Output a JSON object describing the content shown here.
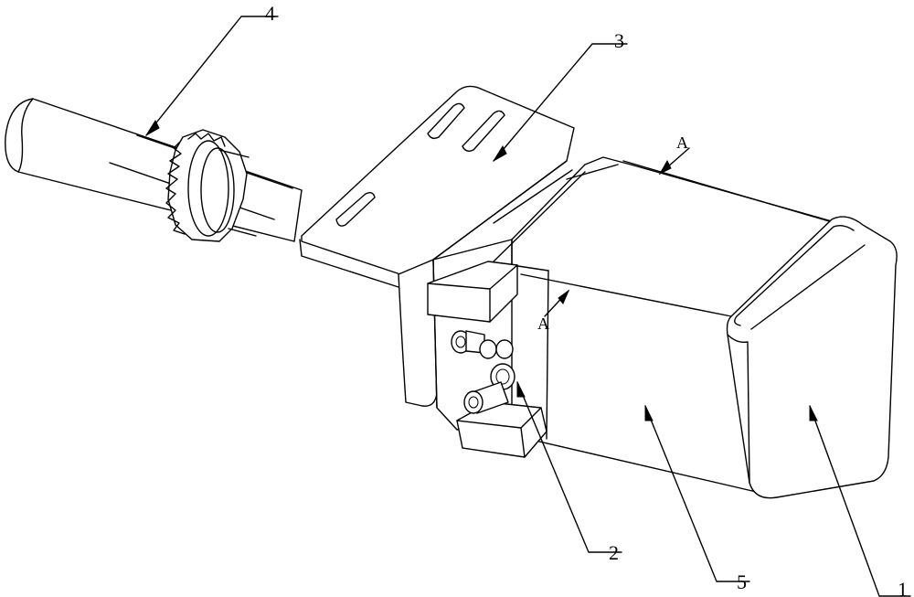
{
  "figure": {
    "callouts": {
      "part_1": "1",
      "part_2": "2",
      "part_3": "3",
      "part_4": "4",
      "part_5": "5"
    },
    "section_marks": {
      "upper": "A",
      "lower": "A"
    }
  }
}
